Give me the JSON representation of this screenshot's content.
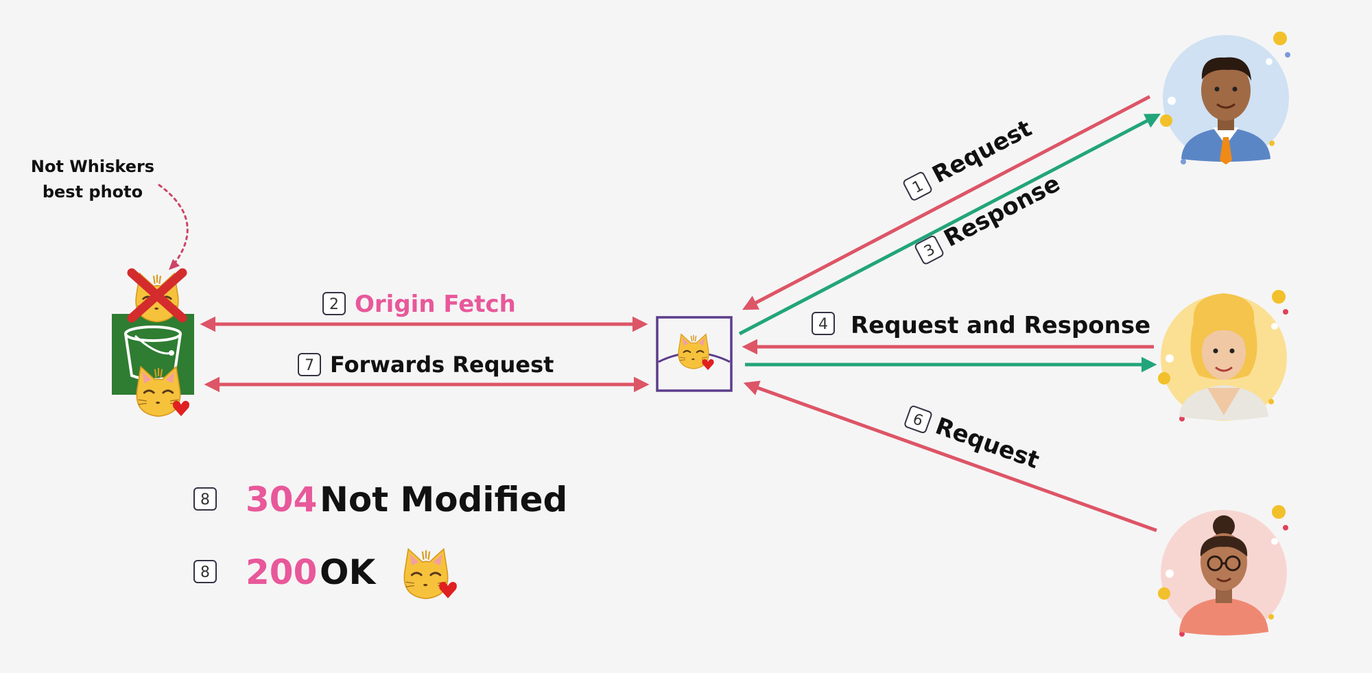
{
  "annotation": {
    "line1": "Not Whiskers",
    "line2": "best photo"
  },
  "origin_links": {
    "top": {
      "step": "2",
      "label": "Origin Fetch"
    },
    "bottom": {
      "step": "7",
      "label": "Forwards Request"
    }
  },
  "client_links": {
    "user1_request": {
      "step": "1",
      "label": "Request"
    },
    "user1_response": {
      "step": "3",
      "label": "Response"
    },
    "user2": {
      "step": "4",
      "label": "Request and Response"
    },
    "user3": {
      "step": "6",
      "label": "Request"
    }
  },
  "results": [
    {
      "step": "8",
      "code": "304",
      "text": "Not Modified"
    },
    {
      "step": "8",
      "code": "200",
      "text": "OK"
    }
  ],
  "colors": {
    "request": "#dd5566",
    "response": "#22a57a",
    "accent_pink": "#e8589a",
    "cdn_border": "#5c3d8c",
    "bucket_green": "#2e7d32"
  },
  "icons": [
    "cat-kiss-emoji",
    "red-x-icon",
    "bucket-icon",
    "cdn-edge-icon",
    "user-avatar"
  ]
}
